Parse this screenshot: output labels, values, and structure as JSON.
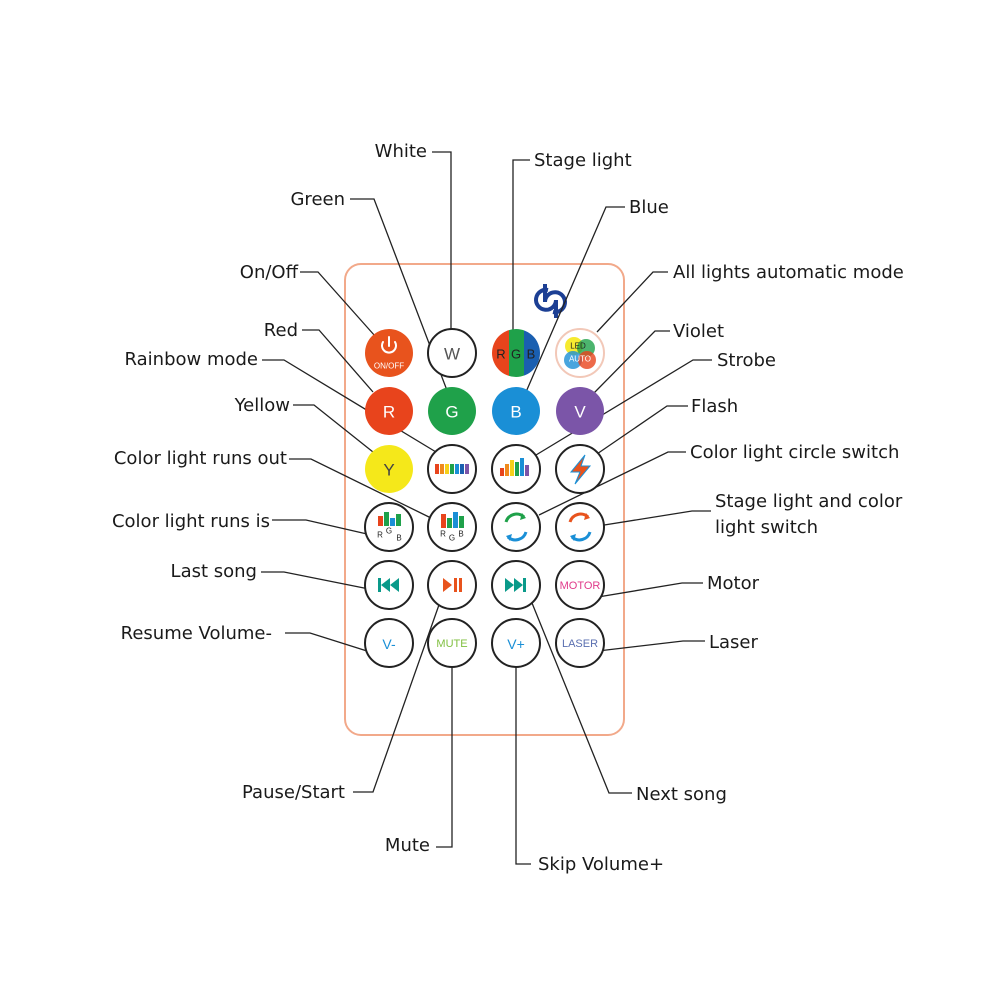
{
  "colors": {
    "remote_outline": "#f2a98a",
    "logo": "#1c3f94",
    "power_button": "#e8531d",
    "red": "#e8441c",
    "green": "#1fa14a",
    "blue": "#1a8fd6",
    "violet": "#7b55a8",
    "yellow": "#f5e81a",
    "motor_text": "#e03a8a",
    "laser_text": "#5a6fb0",
    "mute_text": "#7fbf3f",
    "volume_text": "#1a8fd6",
    "media_icon": "#0a9a8a",
    "play_icon": "#e8531d"
  },
  "buttons": {
    "power_sub": "ON/OFF",
    "white": "W",
    "stage_rgb": [
      "R",
      "G",
      "B"
    ],
    "auto_top": "LED",
    "auto_bottom": "AUTO",
    "red": "R",
    "green": "G",
    "blue": "B",
    "violet": "V",
    "yellow": "Y",
    "runs_is_letters": [
      "R",
      "G",
      "B"
    ],
    "runs_out_letters": [
      "R",
      "G",
      "B"
    ],
    "motor": "MOTOR",
    "vol_minus": "V-",
    "mute": "MUTE",
    "vol_plus": "V+",
    "laser": "LASER"
  },
  "icons": {
    "logo": "dp-logo-icon",
    "power": "power-icon",
    "bars": "bar-graph-icon",
    "flash": "lightning-icon",
    "circle_switch": "circular-arrows-icon",
    "previous": "previous-track-icon",
    "play_pause": "play-pause-icon",
    "next": "next-track-icon"
  },
  "labels": {
    "white": "White",
    "stage_light": "Stage light",
    "green": "Green",
    "blue": "Blue",
    "on_off": "On/Off",
    "all_auto": "All lights automatic mode",
    "red": "Red",
    "violet": "Violet",
    "rainbow": "Rainbow mode",
    "strobe": "Strobe",
    "yellow": "Yellow",
    "flash": "Flash",
    "runs_out": "Color light runs out",
    "circle_switch": "Color light circle switch",
    "stage_switch_line1": "Stage light and color",
    "stage_switch_line2": "light switch",
    "runs_is": "Color light runs is",
    "last_song": "Last song",
    "motor": "Motor",
    "resume_volume": "Resume Volume-",
    "laser": "Laser",
    "pause_start": "Pause/Start",
    "next_song": "Next song",
    "mute": "Mute",
    "skip_volume": "Skip Volume+"
  }
}
